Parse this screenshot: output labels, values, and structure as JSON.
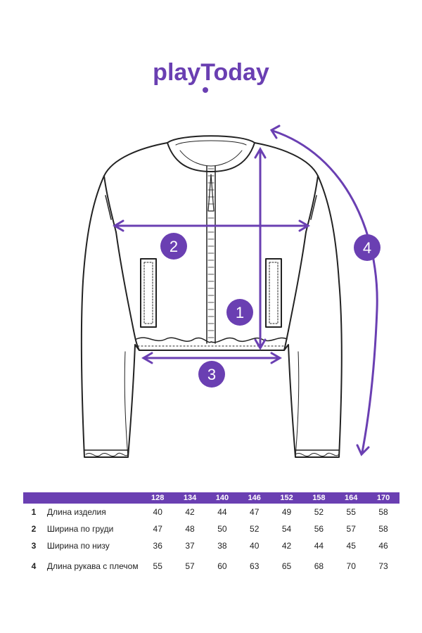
{
  "brand": {
    "logo_text": "playToday",
    "accent_color": "#6a3fb2"
  },
  "markers": [
    {
      "number": "1"
    },
    {
      "number": "2"
    },
    {
      "number": "3"
    },
    {
      "number": "4"
    }
  ],
  "size_table": {
    "sizes": [
      "128",
      "134",
      "140",
      "146",
      "152",
      "158",
      "164",
      "170"
    ],
    "rows": [
      {
        "index": "1",
        "label": "Длина изделия",
        "values": [
          "40",
          "42",
          "44",
          "47",
          "49",
          "52",
          "55",
          "58"
        ]
      },
      {
        "index": "2",
        "label": "Ширина по груди",
        "values": [
          "47",
          "48",
          "50",
          "52",
          "54",
          "56",
          "57",
          "58"
        ]
      },
      {
        "index": "3",
        "label": "Ширина по низу",
        "values": [
          "36",
          "37",
          "38",
          "40",
          "42",
          "44",
          "45",
          "46"
        ]
      },
      {
        "index": "4",
        "label": "Длина рукава с плечом",
        "values": [
          "55",
          "57",
          "60",
          "63",
          "65",
          "68",
          "70",
          "73"
        ]
      }
    ]
  }
}
